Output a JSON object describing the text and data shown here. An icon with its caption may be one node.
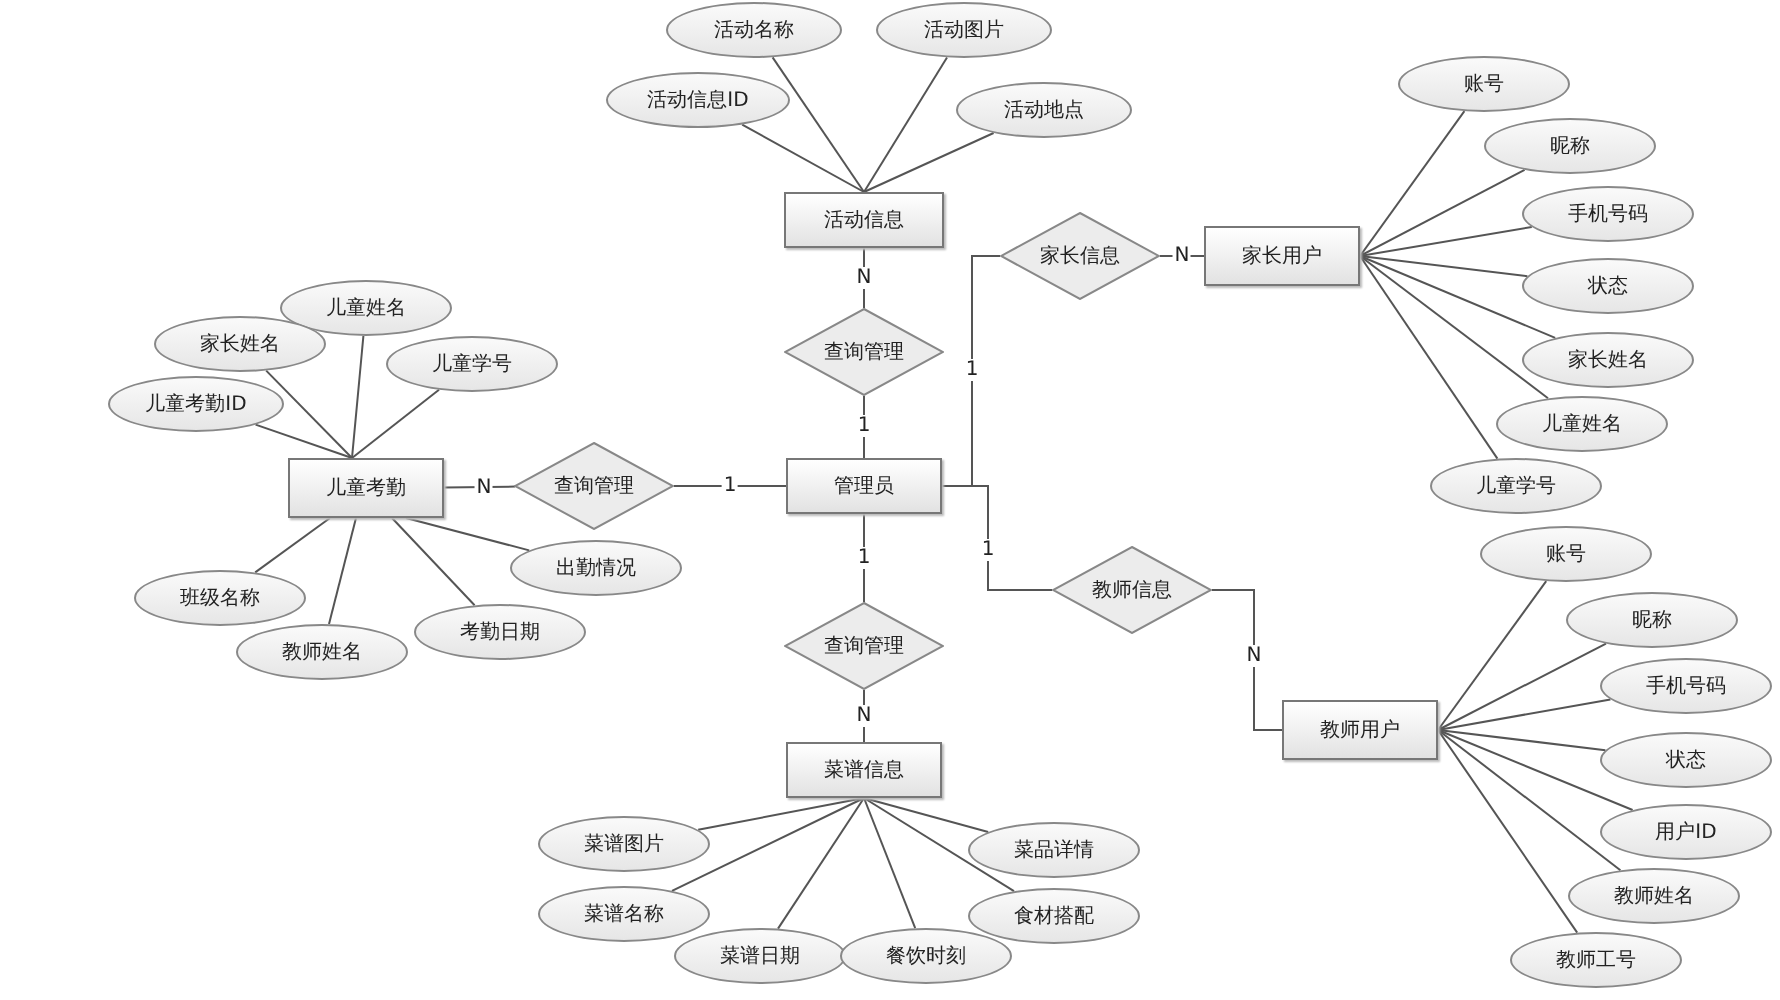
{
  "diagram": {
    "nodes": [
      {
        "text": [
          "活动信息"
        ]
      },
      {
        "text": [
          "活动名称"
        ]
      },
      {
        "text": [
          "活动图片"
        ]
      },
      {
        "text": [
          "活动信息ID"
        ]
      },
      {
        "text": [
          "活动地点"
        ]
      },
      {
        "text": [
          "查询管理"
        ]
      },
      {
        "text": [
          "家长信息"
        ]
      },
      {
        "text": [
          "家长用户"
        ]
      },
      {
        "text": [
          "账号"
        ]
      },
      {
        "text": [
          "昵称"
        ]
      },
      {
        "text": [
          "手机号码"
        ]
      },
      {
        "text": [
          "状态"
        ]
      },
      {
        "text": [
          "家长姓名"
        ]
      },
      {
        "text": [
          "儿童姓名"
        ]
      },
      {
        "text": [
          "儿童学号"
        ]
      },
      {
        "text": [
          "儿童考勤"
        ]
      },
      {
        "text": [
          "儿童姓名"
        ]
      },
      {
        "text": [
          "家长姓名"
        ]
      },
      {
        "text": [
          "儿童学号"
        ]
      },
      {
        "text": [
          "儿童考勤ID"
        ]
      },
      {
        "text": [
          "出勤情况"
        ]
      },
      {
        "text": [
          "班级名称"
        ]
      },
      {
        "text": [
          "教师姓名"
        ]
      },
      {
        "text": [
          "考勤日期"
        ]
      },
      {
        "text": [
          "查询管理"
        ]
      },
      {
        "text": [
          "管理员"
        ]
      },
      {
        "text": [
          "查询管理"
        ]
      },
      {
        "text": [
          "教师信息"
        ]
      },
      {
        "text": [
          "教师用户"
        ]
      },
      {
        "text": [
          "账号"
        ]
      },
      {
        "text": [
          "昵称"
        ]
      },
      {
        "text": [
          "手机号码"
        ]
      },
      {
        "text": [
          "状态"
        ]
      },
      {
        "text": [
          "用户ID"
        ]
      },
      {
        "text": [
          "教师姓名"
        ]
      },
      {
        "text": [
          "教师工号"
        ]
      },
      {
        "text": [
          "菜谱信息"
        ]
      },
      {
        "text": [
          "菜谱图片"
        ]
      },
      {
        "text": [
          "菜品详情"
        ]
      },
      {
        "text": [
          "菜谱名称"
        ]
      },
      {
        "text": [
          "食材搭配"
        ]
      },
      {
        "text": [
          "菜谱日期"
        ]
      },
      {
        "text": [
          "餐饮时刻"
        ]
      }
    ],
    "edges": [
      {
        "from": 0,
        "to": 1,
        "arrow": "none"
      },
      {
        "from": 0,
        "to": 2,
        "arrow": "none"
      },
      {
        "from": 0,
        "to": 3,
        "arrow": "none"
      },
      {
        "from": 0,
        "to": 4,
        "arrow": "none"
      },
      {
        "from": 0,
        "to": 5,
        "arrow": "none",
        "label": "N"
      },
      {
        "from": 5,
        "to": 25,
        "arrow": "none",
        "label": "1"
      },
      {
        "from": 25,
        "to": 6,
        "arrow": "none",
        "label": "1"
      },
      {
        "from": 6,
        "to": 7,
        "arrow": "none",
        "label": "N"
      },
      {
        "from": 7,
        "to": 8,
        "arrow": "none"
      },
      {
        "from": 7,
        "to": 9,
        "arrow": "none"
      },
      {
        "from": 7,
        "to": 10,
        "arrow": "none"
      },
      {
        "from": 7,
        "to": 11,
        "arrow": "none"
      },
      {
        "from": 7,
        "to": 12,
        "arrow": "none"
      },
      {
        "from": 7,
        "to": 13,
        "arrow": "none"
      },
      {
        "from": 7,
        "to": 14,
        "arrow": "none"
      },
      {
        "from": 15,
        "to": 16,
        "arrow": "none"
      },
      {
        "from": 15,
        "to": 17,
        "arrow": "none"
      },
      {
        "from": 15,
        "to": 18,
        "arrow": "none"
      },
      {
        "from": 15,
        "to": 19,
        "arrow": "none"
      },
      {
        "from": 15,
        "to": 20,
        "arrow": "none"
      },
      {
        "from": 15,
        "to": 21,
        "arrow": "none"
      },
      {
        "from": 15,
        "to": 22,
        "arrow": "none"
      },
      {
        "from": 15,
        "to": 23,
        "arrow": "none"
      },
      {
        "from": 15,
        "to": 24,
        "arrow": "none",
        "label": "N"
      },
      {
        "from": 24,
        "to": 25,
        "arrow": "none",
        "label": "1"
      },
      {
        "from": 25,
        "to": 26,
        "arrow": "none",
        "label": "1"
      },
      {
        "from": 26,
        "to": 36,
        "arrow": "none",
        "label": "N"
      },
      {
        "from": 25,
        "to": 27,
        "arrow": "none",
        "label": "1"
      },
      {
        "from": 27,
        "to": 28,
        "arrow": "none",
        "label": "N"
      },
      {
        "from": 28,
        "to": 29,
        "arrow": "none"
      },
      {
        "from": 28,
        "to": 30,
        "arrow": "none"
      },
      {
        "from": 28,
        "to": 31,
        "arrow": "none"
      },
      {
        "from": 28,
        "to": 32,
        "arrow": "none"
      },
      {
        "from": 28,
        "to": 33,
        "arrow": "none"
      },
      {
        "from": 28,
        "to": 34,
        "arrow": "none"
      },
      {
        "from": 28,
        "to": 35,
        "arrow": "none"
      },
      {
        "from": 36,
        "to": 37,
        "arrow": "none"
      },
      {
        "from": 36,
        "to": 38,
        "arrow": "none"
      },
      {
        "from": 36,
        "to": 39,
        "arrow": "none"
      },
      {
        "from": 36,
        "to": 40,
        "arrow": "none"
      },
      {
        "from": 36,
        "to": 41,
        "arrow": "none"
      },
      {
        "from": 36,
        "to": 42,
        "arrow": "none"
      }
    ]
  }
}
